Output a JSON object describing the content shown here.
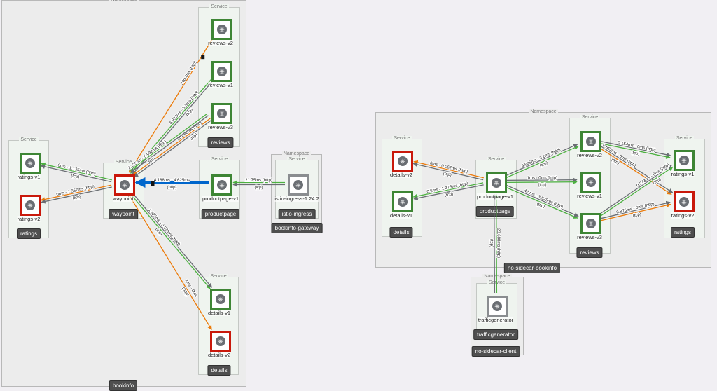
{
  "colors": {
    "healthy": "#3e8635",
    "error": "#c9190b",
    "neutral": "#8a8d90",
    "http_ok": "#4cb140",
    "http_err": "#ec7a08",
    "tcp": "#6a6e73",
    "selected": "#0066cc"
  },
  "caption_namespace": "Namespace",
  "caption_service": "Service",
  "namespaces": [
    {
      "id": "bookinfo",
      "label": "bookinfo"
    },
    {
      "id": "bookinfo-gateway",
      "label": "bookinfo-gateway"
    },
    {
      "id": "no-sidecar-bookinfo",
      "label": "no-sidecar-bookinfo"
    },
    {
      "id": "no-sidecar-client",
      "label": "no-sidecar-client"
    }
  ],
  "services": [
    {
      "id": "s-reviews",
      "label": "reviews"
    },
    {
      "id": "s-ratings",
      "label": "ratings"
    },
    {
      "id": "s-waypoint",
      "label": "waypoint"
    },
    {
      "id": "s-productpage",
      "label": "productpage"
    },
    {
      "id": "s-details",
      "label": "details"
    },
    {
      "id": "s-istio",
      "label": "istio-ingress"
    },
    {
      "id": "s2-details",
      "label": "details"
    },
    {
      "id": "s2-productpage",
      "label": "productpage"
    },
    {
      "id": "s2-reviews",
      "label": "reviews"
    },
    {
      "id": "s2-ratings",
      "label": "ratings"
    },
    {
      "id": "s-traffic",
      "label": "trafficgenerator"
    }
  ],
  "nodes": [
    {
      "id": "reviews-v2",
      "label": "reviews-v2",
      "status": "healthy"
    },
    {
      "id": "reviews-v1",
      "label": "reviews-v1",
      "status": "healthy"
    },
    {
      "id": "reviews-v3",
      "label": "reviews-v3",
      "status": "healthy"
    },
    {
      "id": "ratings-v1",
      "label": "ratings-v1",
      "status": "healthy"
    },
    {
      "id": "ratings-v2",
      "label": "ratings-v2",
      "status": "error"
    },
    {
      "id": "waypoint",
      "label": "waypoint",
      "status": "error"
    },
    {
      "id": "productpage-v1",
      "label": "productpage-v1",
      "status": "healthy"
    },
    {
      "id": "details-v1",
      "label": "details-v1",
      "status": "healthy"
    },
    {
      "id": "details-v2",
      "label": "details-v2",
      "status": "error"
    },
    {
      "id": "istio-ingress",
      "label": "istio-ingress-1.24.2",
      "status": "neutral"
    },
    {
      "id": "n2-details-v2",
      "label": "details-v2",
      "status": "error"
    },
    {
      "id": "n2-details-v1",
      "label": "details-v1",
      "status": "healthy"
    },
    {
      "id": "n2-productpage-v1",
      "label": "productpage-v1",
      "status": "healthy"
    },
    {
      "id": "n2-reviews-v2",
      "label": "reviews-v2",
      "status": "healthy"
    },
    {
      "id": "n2-reviews-v1",
      "label": "reviews-v1",
      "status": "healthy"
    },
    {
      "id": "n2-reviews-v3",
      "label": "reviews-v3",
      "status": "healthy"
    },
    {
      "id": "n2-ratings-v1",
      "label": "ratings-v1",
      "status": "healthy"
    },
    {
      "id": "n2-ratings-v2",
      "label": "ratings-v2",
      "status": "error"
    },
    {
      "id": "trafficgenerator",
      "label": "trafficgenerator",
      "status": "neutral"
    }
  ],
  "edges": [
    {
      "from": "waypoint",
      "to": "ratings-v1",
      "kind": "http_ok",
      "http": "0ms - 1.125ms (http)",
      "tcp": "(tcp)"
    },
    {
      "from": "waypoint",
      "to": "ratings-v2",
      "kind": "http_err",
      "http": "0ms - 1.357ms (http)",
      "tcp": "(tcp)"
    },
    {
      "from": "reviews-v2",
      "to": "waypoint",
      "kind": "http_err",
      "http": "346.4ms (http)",
      "tcp": ""
    },
    {
      "from": "reviews-v1",
      "to": "waypoint",
      "kind": "http_ok",
      "http": "6.933ms - 5.8ms (http)",
      "tcp": "(tcp)"
    },
    {
      "from": "reviews-v3",
      "to": "waypoint",
      "kind": "http_err",
      "http": "201.96ms (http)",
      "tcp": "(tcp)"
    },
    {
      "from": "reviews-v3",
      "to": "waypoint",
      "kind": "http_ok",
      "http": "7.125ms - 5.938ms (http)",
      "tcp": "(tcp)",
      "offset": 8
    },
    {
      "from": "productpage-v1",
      "to": "waypoint",
      "kind": "selected",
      "http": "4.188ms - 4.625ms",
      "tcp": "(http)"
    },
    {
      "from": "istio-ingress",
      "to": "productpage-v1",
      "kind": "http_ok",
      "http": "21.75ms (http)",
      "tcp": "(tcp)"
    },
    {
      "from": "waypoint",
      "to": "details-v1",
      "kind": "http_ok",
      "http": "1.625ms - 0.938ms (http)",
      "tcp": "(tcp)"
    },
    {
      "from": "waypoint",
      "to": "details-v2",
      "kind": "http_err",
      "http": "1ms - 0ms",
      "tcp": "(http)"
    },
    {
      "from": "n2-productpage-v1",
      "to": "n2-details-v2",
      "kind": "http_err",
      "http": "0ms - 0.062ms (http)",
      "tcp": "(tcp)"
    },
    {
      "from": "n2-productpage-v1",
      "to": "n2-details-v1",
      "kind": "http_ok",
      "http": "0.5ms - 1.375ms (http)",
      "tcp": "(tcp)"
    },
    {
      "from": "n2-productpage-v1",
      "to": "n2-reviews-v2",
      "kind": "http_ok",
      "http": "4.625ms - 3.6ms (http)",
      "tcp": "(tcp)"
    },
    {
      "from": "n2-productpage-v1",
      "to": "n2-reviews-v1",
      "kind": "http_ok",
      "http": "1ms - 0ms (http)",
      "tcp": "(tcp)"
    },
    {
      "from": "n2-productpage-v1",
      "to": "n2-reviews-v3",
      "kind": "http_ok",
      "http": "4.5ms - 3.928ms (http)",
      "tcp": "(tcp)"
    },
    {
      "from": "trafficgenerator",
      "to": "n2-productpage-v1",
      "kind": "http_ok",
      "http": "23.688ms (http)",
      "tcp": "(tcp)"
    },
    {
      "from": "n2-reviews-v2",
      "to": "n2-ratings-v1",
      "kind": "http_ok",
      "http": "0.154ms - 0ms (http)",
      "tcp": "(tcp)"
    },
    {
      "from": "n2-reviews-v2",
      "to": "n2-ratings-v2",
      "kind": "http_err",
      "http": "0.692ms - 0ms (http)",
      "tcp": "(tcp)"
    },
    {
      "from": "n2-reviews-v3",
      "to": "n2-ratings-v1",
      "kind": "http_ok",
      "http": "0.273ms - 0ms (http)",
      "tcp": "(tcp)"
    },
    {
      "from": "n2-reviews-v3",
      "to": "n2-ratings-v2",
      "kind": "http_err",
      "http": "0.875ms - 0ms (http)",
      "tcp": "(tcp)"
    }
  ]
}
